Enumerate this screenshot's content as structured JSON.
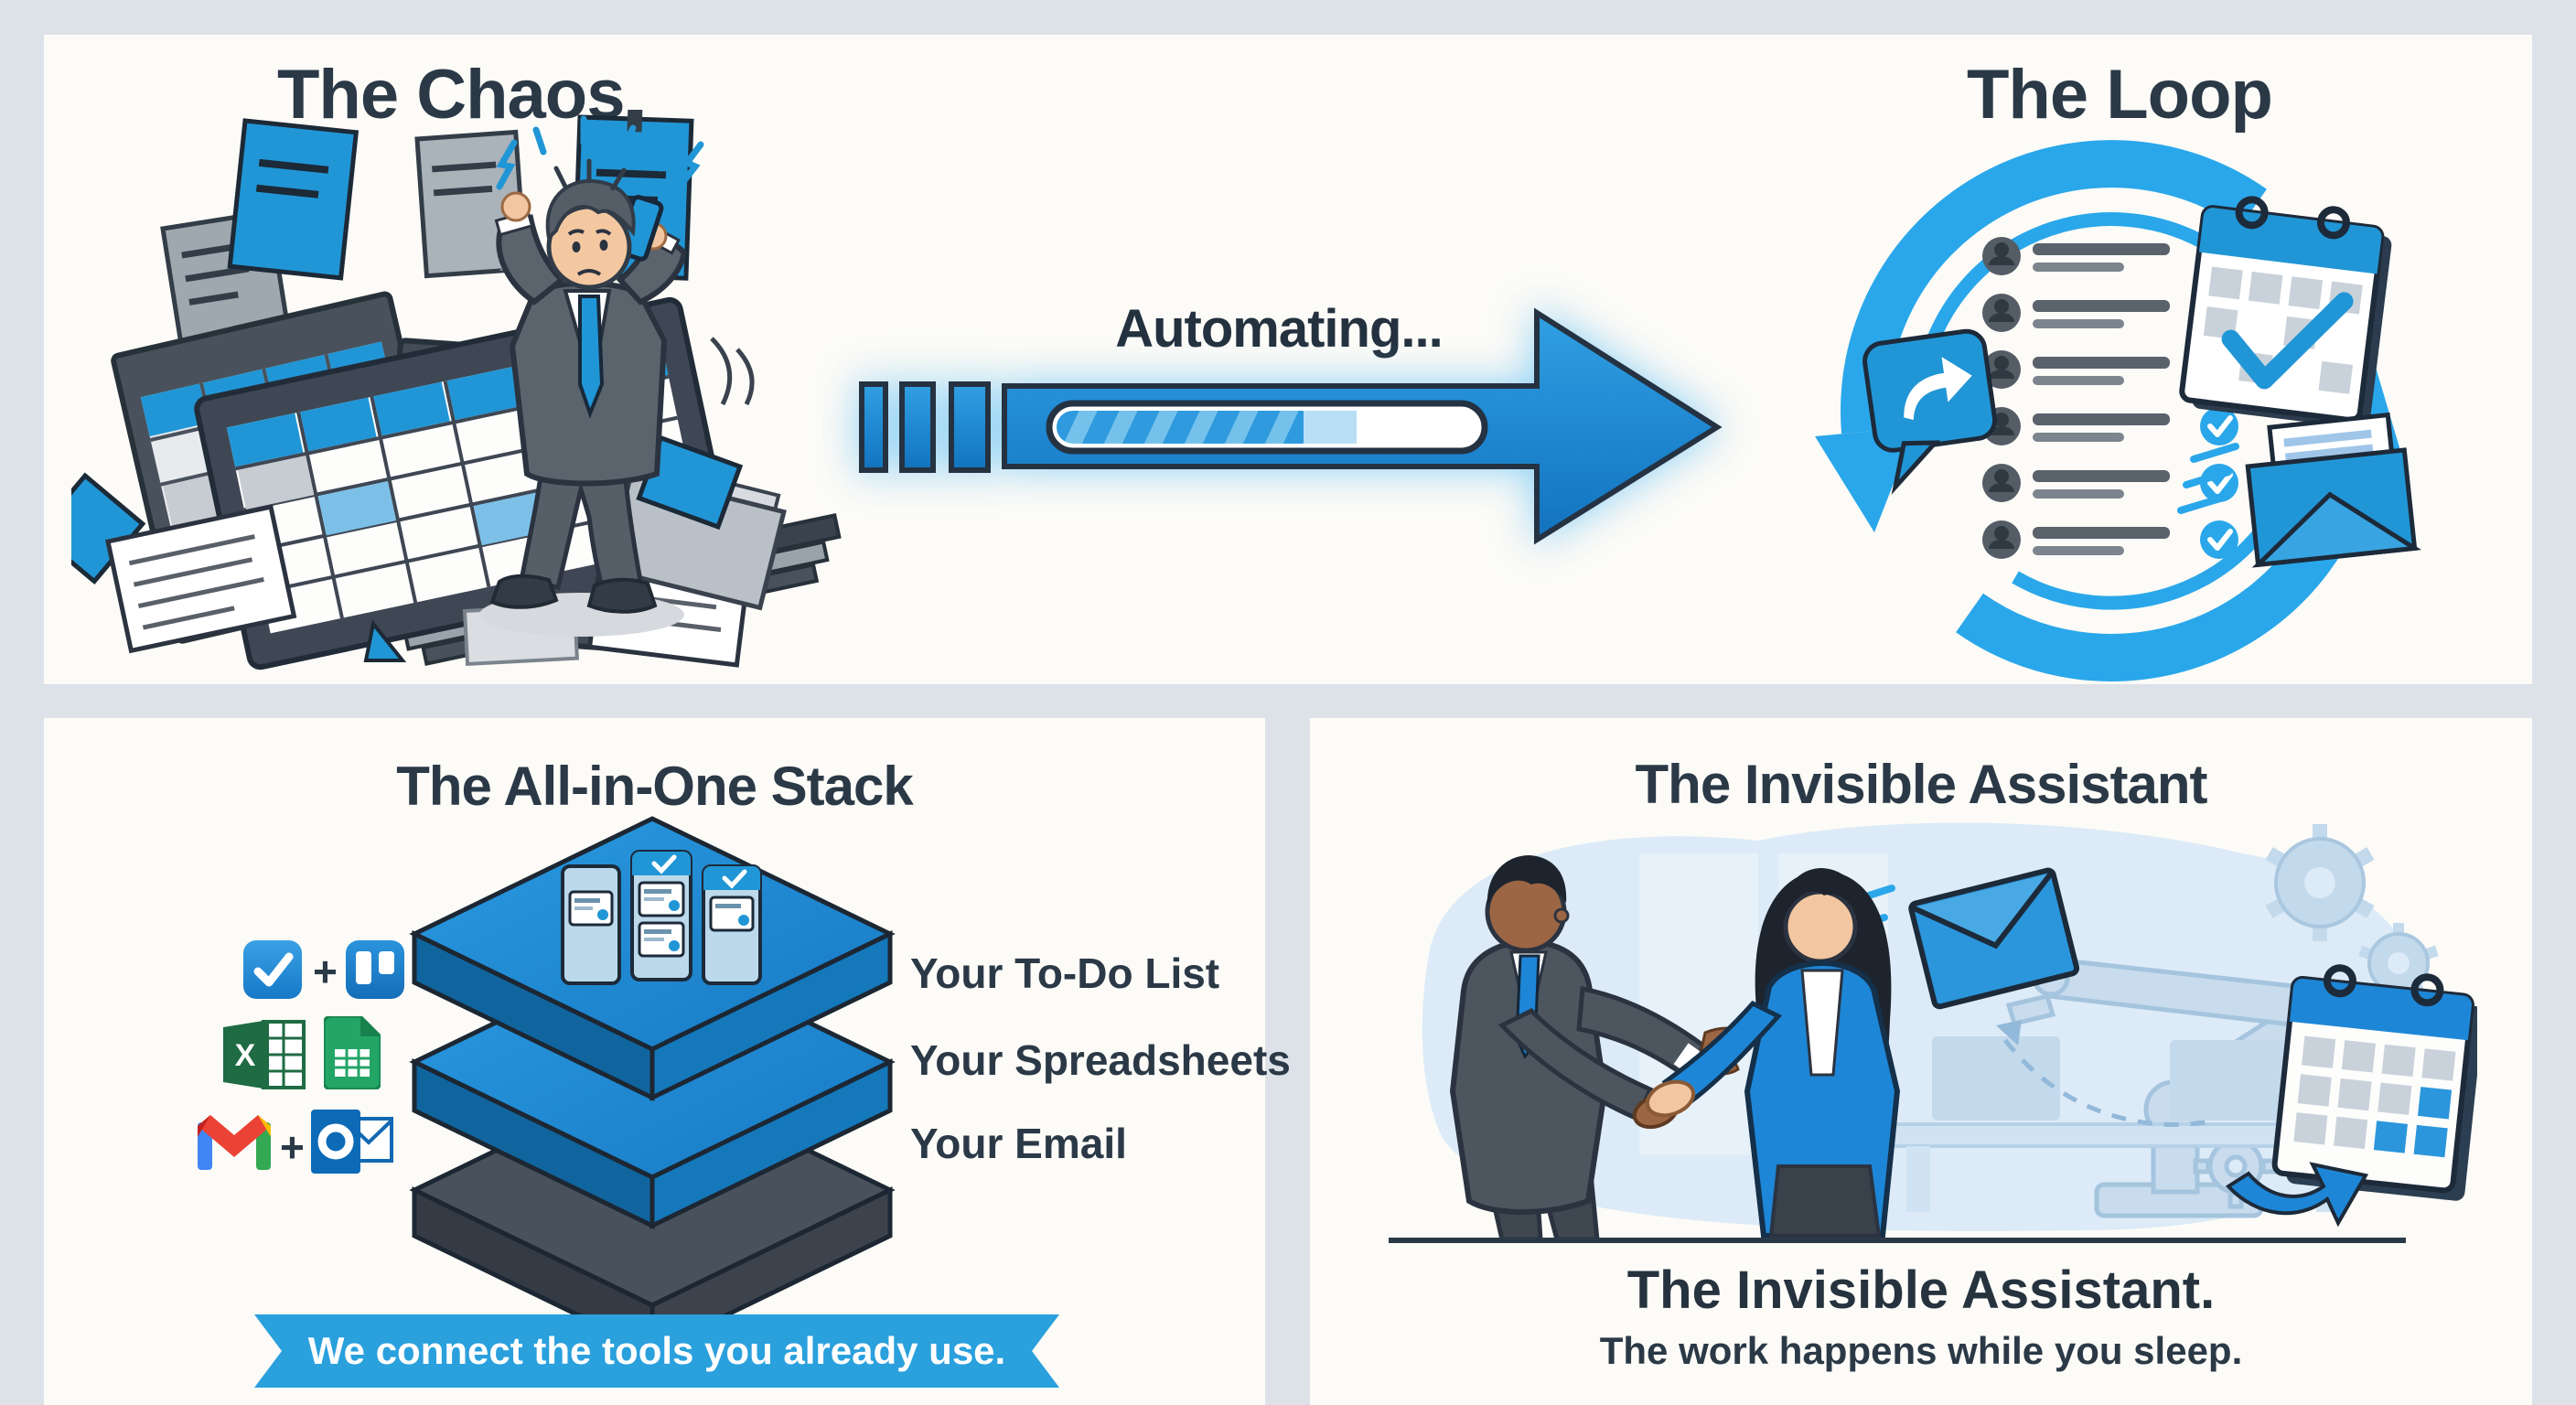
{
  "colors": {
    "background": "#dde2e9",
    "panel": "#fcfbf7",
    "heading_text": "#2b3947",
    "primary_blue": "#1f8bd3",
    "loop_blue": "#2aa7ea",
    "banner_blue": "#2aa0dd",
    "dark_slate": "#3e4651"
  },
  "top": {
    "chaos_title": "The Chaos",
    "loop_title": "The Loop",
    "automating_label": "Automating...",
    "progress_percent": 62
  },
  "stack_panel": {
    "title": "The All-in-One Stack",
    "labels": [
      "Your To-Do List",
      "Your Spreadsheets",
      "Your Email"
    ],
    "tool_rows": [
      {
        "icons": [
          "todo-check",
          "trello"
        ],
        "joiner": "+"
      },
      {
        "icons": [
          "excel",
          "google-sheets"
        ],
        "joiner": ""
      },
      {
        "icons": [
          "gmail",
          "outlook"
        ],
        "joiner": "+"
      }
    ],
    "banner_text": "We connect the tools you already use."
  },
  "assistant_panel": {
    "title": "The Invisible Assistant",
    "headline": "The Invisible Assistant.",
    "subline": "The work happens while you sleep."
  }
}
